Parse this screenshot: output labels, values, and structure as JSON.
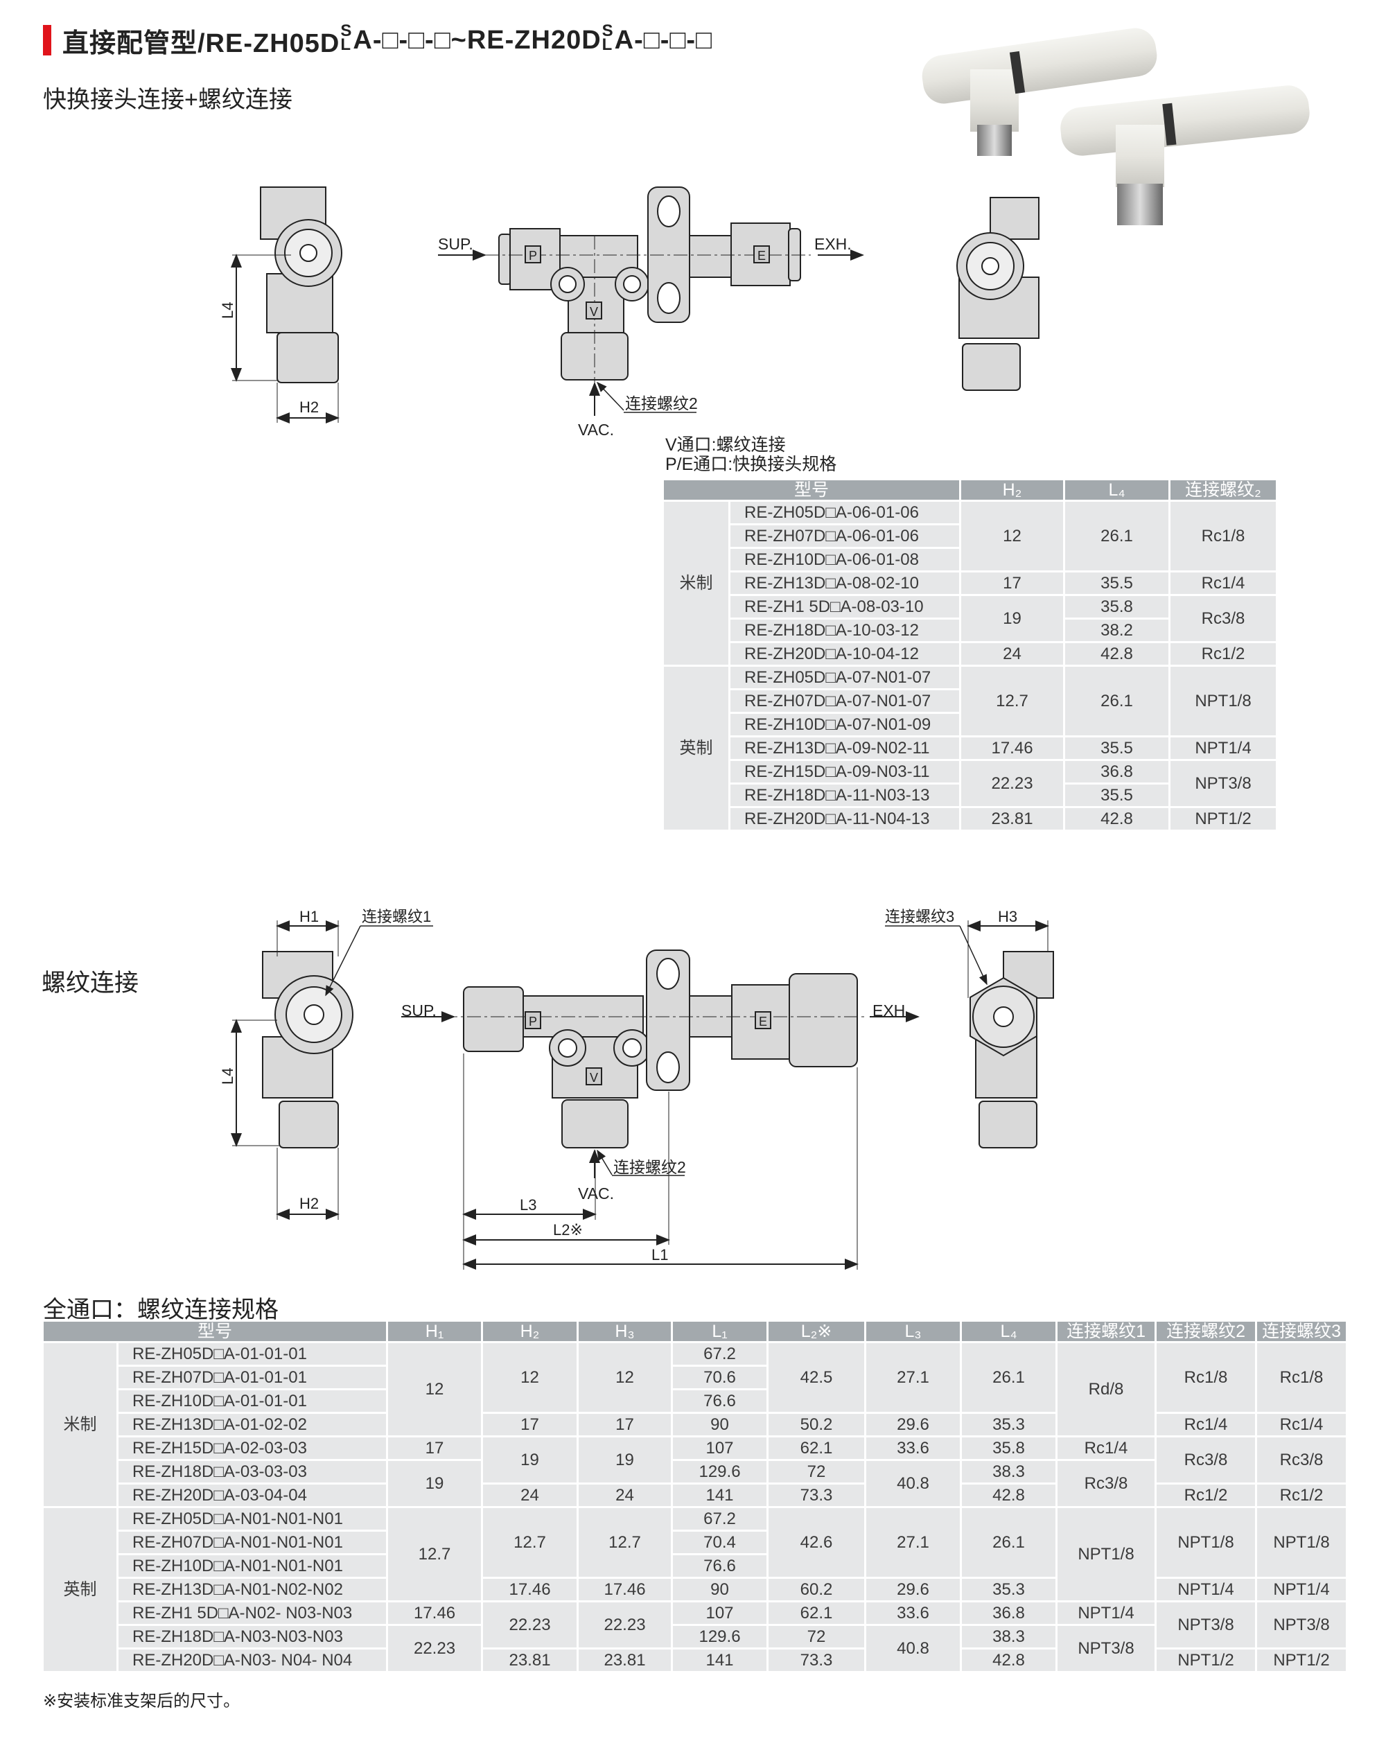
{
  "header": {
    "title_prefix": "直接配管型/RE-ZH05D",
    "stack_top": "S",
    "stack_bottom": "L",
    "title_mid": "A-□-□-□~RE-ZH20D",
    "title_suffix": "A-□-□-□",
    "accent_color": "#e0141b",
    "subtitle": "快换接头连接+螺纹连接"
  },
  "diagram1": {
    "sup": "SUP.",
    "exh": "EXH.",
    "vac": "VAC.",
    "thread2": "连接螺纹2",
    "port_p": "P",
    "port_v": "V",
    "port_e": "E",
    "l4": "L4",
    "h2": "H2",
    "note_v": "V通口:螺纹连接",
    "note_pe": "P/E通口:快换接头规格"
  },
  "section2": {
    "label": "螺纹连接"
  },
  "diagram2": {
    "sup": "SUP.",
    "exh": "EXH.",
    "vac": "VAC.",
    "thread1": "连接螺纹1",
    "thread2": "连接螺纹2",
    "thread3": "连接螺纹3",
    "port_p": "P",
    "port_v": "V",
    "port_e": "E",
    "h1": "H1",
    "h2": "H2",
    "h3": "H3",
    "l4": "L4",
    "l1": "L1",
    "l2": "L2※",
    "l3": "L3"
  },
  "table1": {
    "headers": [
      "型号",
      "H₂",
      "L₄",
      "连接螺纹₂"
    ],
    "groups": [
      {
        "label": "米制",
        "models": [
          "RE-ZH05D□A-06-01-06",
          "RE-ZH07D□A-06-01-06",
          "RE-ZH10D□A-06-01-08",
          "RE-ZH13D□A-08-02-10",
          "RE-ZH1 5D□A-08-03-10",
          "RE-ZH18D□A-10-03-12",
          "RE-ZH20D□A-10-04-12"
        ],
        "columns": [
          {
            "cells": [
              [
                "12",
                3
              ],
              [
                "17",
                1
              ],
              [
                "19",
                2
              ],
              [
                "24",
                1
              ]
            ]
          },
          {
            "cells": [
              [
                "26.1",
                3
              ],
              [
                "35.5",
                1
              ],
              [
                "35.8",
                1
              ],
              [
                "38.2",
                1
              ],
              [
                "42.8",
                1
              ]
            ]
          },
          {
            "cells": [
              [
                "Rc1/8",
                3
              ],
              [
                "Rc1/4",
                1
              ],
              [
                "Rc3/8",
                2
              ],
              [
                "Rc1/2",
                1
              ]
            ]
          }
        ]
      },
      {
        "label": "英制",
        "models": [
          "RE-ZH05D□A-07-N01-07",
          "RE-ZH07D□A-07-N01-07",
          "RE-ZH10D□A-07-N01-09",
          "RE-ZH13D□A-09-N02-11",
          "RE-ZH15D□A-09-N03-11",
          "RE-ZH18D□A-11-N03-13",
          "RE-ZH20D□A-11-N04-13"
        ],
        "columns": [
          {
            "cells": [
              [
                "12.7",
                3
              ],
              [
                "17.46",
                1
              ],
              [
                "22.23",
                2
              ],
              [
                "23.81",
                1
              ]
            ]
          },
          {
            "cells": [
              [
                "26.1",
                3
              ],
              [
                "35.5",
                1
              ],
              [
                "36.8",
                1
              ],
              [
                "35.5",
                1
              ],
              [
                "42.8",
                1
              ]
            ]
          },
          {
            "cells": [
              [
                "NPT1/8",
                3
              ],
              [
                "NPT1/4",
                1
              ],
              [
                "NPT3/8",
                2
              ],
              [
                "NPT1/2",
                1
              ]
            ]
          }
        ]
      }
    ]
  },
  "table2": {
    "title": "全通口：螺纹连接规格",
    "headers": [
      "型号",
      "H₁",
      "H₂",
      "H₃",
      "L₁",
      "L₂※",
      "L₃",
      "L₄",
      "连接螺纹1",
      "连接螺纹2",
      "连接螺纹3"
    ],
    "groups": [
      {
        "label": "米制",
        "models": [
          "RE-ZH05D□A-01-01-01",
          "RE-ZH07D□A-01-01-01",
          "RE-ZH10D□A-01-01-01",
          "RE-ZH13D□A-01-02-02",
          "RE-ZH15D□A-02-03-03",
          "RE-ZH18D□A-03-03-03",
          "RE-ZH20D□A-03-04-04"
        ],
        "columns": [
          {
            "cells": [
              [
                "12",
                4
              ],
              [
                "17",
                1
              ],
              [
                "19",
                2
              ]
            ]
          },
          {
            "cells": [
              [
                "12",
                3
              ],
              [
                "17",
                1
              ],
              [
                "19",
                2
              ],
              [
                "24",
                1
              ]
            ]
          },
          {
            "cells": [
              [
                "12",
                3
              ],
              [
                "17",
                1
              ],
              [
                "19",
                2
              ],
              [
                "24",
                1
              ]
            ]
          },
          {
            "cells": [
              [
                "67.2",
                1
              ],
              [
                "70.6",
                1
              ],
              [
                "76.6",
                1
              ],
              [
                "90",
                1
              ],
              [
                "107",
                1
              ],
              [
                "129.6",
                1
              ],
              [
                "141",
                1
              ]
            ]
          },
          {
            "cells": [
              [
                "42.5",
                3
              ],
              [
                "50.2",
                1
              ],
              [
                "62.1",
                1
              ],
              [
                "72",
                1
              ],
              [
                "73.3",
                1
              ]
            ]
          },
          {
            "cells": [
              [
                "27.1",
                3
              ],
              [
                "29.6",
                1
              ],
              [
                "33.6",
                1
              ],
              [
                "40.8",
                2
              ]
            ]
          },
          {
            "cells": [
              [
                "26.1",
                3
              ],
              [
                "35.3",
                1
              ],
              [
                "35.8",
                1
              ],
              [
                "38.3",
                1
              ],
              [
                "42.8",
                1
              ]
            ]
          },
          {
            "cells": [
              [
                "Rd/8",
                4
              ],
              [
                "Rc1/4",
                1
              ],
              [
                "Rc3/8",
                2
              ]
            ]
          },
          {
            "cells": [
              [
                "Rc1/8",
                3
              ],
              [
                "Rc1/4",
                1
              ],
              [
                "Rc3/8",
                2
              ],
              [
                "Rc1/2",
                1
              ]
            ]
          },
          {
            "cells": [
              [
                "Rc1/8",
                3
              ],
              [
                "Rc1/4",
                1
              ],
              [
                "Rc3/8",
                2
              ],
              [
                "Rc1/2",
                1
              ]
            ]
          }
        ]
      },
      {
        "label": "英制",
        "models": [
          "RE-ZH05D□A-N01-N01-N01",
          "RE-ZH07D□A-N01-N01-N01",
          "RE-ZH10D□A-N01-N01-N01",
          "RE-ZH13D□A-N01-N02-N02",
          "RE-ZH1 5D□A-N02- N03-N03",
          "RE-ZH18D□A-N03-N03-N03",
          "RE-ZH20D□A-N03- N04- N04"
        ],
        "columns": [
          {
            "cells": [
              [
                "12.7",
                4
              ],
              [
                "17.46",
                1
              ],
              [
                "22.23",
                2
              ]
            ]
          },
          {
            "cells": [
              [
                "12.7",
                3
              ],
              [
                "17.46",
                1
              ],
              [
                "22.23",
                2
              ],
              [
                "23.81",
                1
              ]
            ]
          },
          {
            "cells": [
              [
                "12.7",
                3
              ],
              [
                "17.46",
                1
              ],
              [
                "22.23",
                2
              ],
              [
                "23.81",
                1
              ]
            ]
          },
          {
            "cells": [
              [
                "67.2",
                1
              ],
              [
                "70.4",
                1
              ],
              [
                "76.6",
                1
              ],
              [
                "90",
                1
              ],
              [
                "107",
                1
              ],
              [
                "129.6",
                1
              ],
              [
                "141",
                1
              ]
            ]
          },
          {
            "cells": [
              [
                "42.6",
                3
              ],
              [
                "60.2",
                1
              ],
              [
                "62.1",
                1
              ],
              [
                "72",
                1
              ],
              [
                "73.3",
                1
              ]
            ]
          },
          {
            "cells": [
              [
                "27.1",
                3
              ],
              [
                "29.6",
                1
              ],
              [
                "33.6",
                1
              ],
              [
                "40.8",
                2
              ]
            ]
          },
          {
            "cells": [
              [
                "26.1",
                3
              ],
              [
                "35.3",
                1
              ],
              [
                "36.8",
                1
              ],
              [
                "38.3",
                1
              ],
              [
                "42.8",
                1
              ]
            ]
          },
          {
            "cells": [
              [
                "NPT1/8",
                4
              ],
              [
                "NPT1/4",
                1
              ],
              [
                "NPT3/8",
                2
              ]
            ]
          },
          {
            "cells": [
              [
                "NPT1/8",
                3
              ],
              [
                "NPT1/4",
                1
              ],
              [
                "NPT3/8",
                2
              ],
              [
                "NPT1/2",
                1
              ]
            ]
          },
          {
            "cells": [
              [
                "NPT1/8",
                3
              ],
              [
                "NPT1/4",
                1
              ],
              [
                "NPT3/8",
                2
              ],
              [
                "NPT1/2",
                1
              ]
            ]
          }
        ]
      }
    ],
    "footnote": "※安装标准支架后的尺寸。"
  }
}
